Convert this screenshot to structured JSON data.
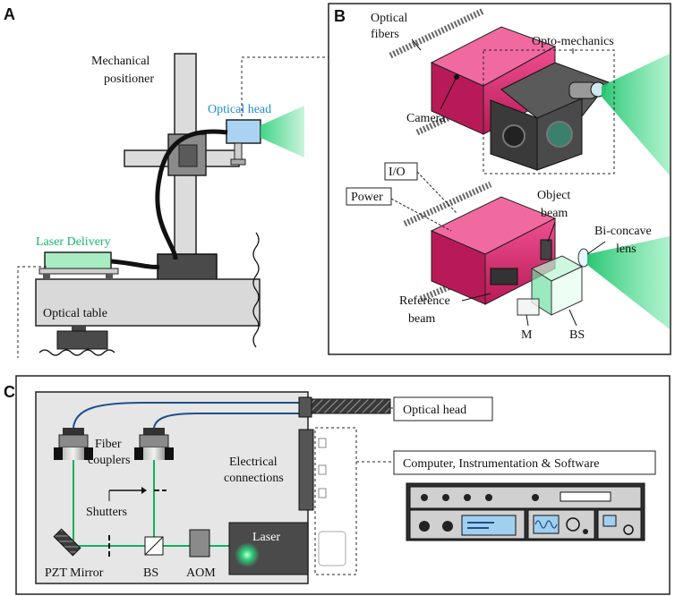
{
  "panels": {
    "a": {
      "letter": "A",
      "mechanical_positioner": [
        "Mechanical",
        "positioner"
      ],
      "optical_head": "Optical head",
      "laser_delivery": "Laser Delivery",
      "optical_table": "Optical table"
    },
    "b": {
      "letter": "B",
      "optical_fibers": [
        "Optical",
        "fibers"
      ],
      "opto_mechanics": "Opto-mechanics",
      "camera": "Camera",
      "io": "I/O",
      "power": "Power",
      "object_beam": [
        "Object",
        "beam"
      ],
      "biconcave_lens": [
        "Bi-concave",
        "lens"
      ],
      "reference_beam": [
        "Reference",
        "beam"
      ],
      "m": "M",
      "bs": "BS"
    },
    "c": {
      "letter": "C",
      "fiber_couplers": [
        "Fiber",
        "couplers"
      ],
      "electrical_connections": [
        "Electrical",
        "connections"
      ],
      "shutters": "Shutters",
      "laser": "Laser",
      "pzt_mirror": "PZT Mirror",
      "bs": "BS",
      "aom": "AOM",
      "optical_head_box": "Optical head",
      "computer_box": "Computer, Instrumentation & Software"
    }
  },
  "colors": {
    "magenta": "#d6246e",
    "green_beam": "#2ed17a",
    "fiber_blue": "#1f4f8a",
    "laser_green": "#12b060",
    "panel_gray": "#e6e6e6",
    "optical_head_blue": "#a9d3f0",
    "laser_delivery_green": "#a8ecc2"
  }
}
